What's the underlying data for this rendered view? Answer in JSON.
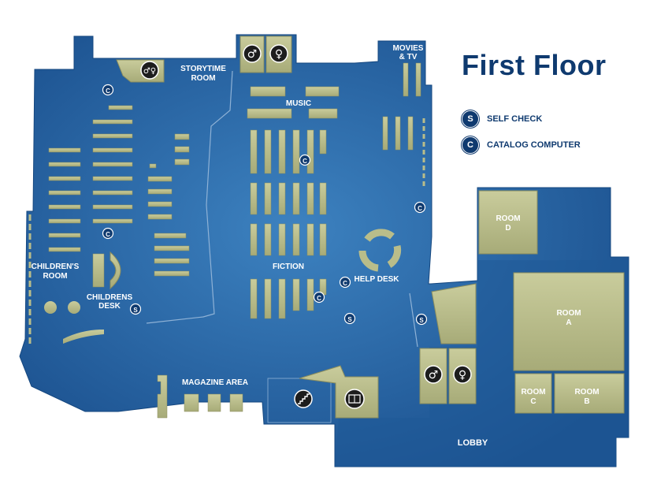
{
  "title": "First Floor",
  "legend": [
    {
      "letter": "S",
      "label": "SELF CHECK"
    },
    {
      "letter": "C",
      "label": "CATALOG COMPUTER"
    }
  ],
  "areas": {
    "storytime_1": "STORYTIME",
    "storytime_2": "ROOM",
    "music": "MUSIC",
    "movies_1": "MOVIES",
    "movies_2": "& TV",
    "fiction": "FICTION",
    "help_desk": "HELP DESK",
    "childrens_room_1": "CHILDREN'S",
    "childrens_room_2": "ROOM",
    "childrens_desk_1": "CHILDRENS",
    "childrens_desk_2": "DESK",
    "magazine_area": "MAGAZINE AREA",
    "lobby": "LOBBY",
    "room_a_1": "ROOM",
    "room_a_2": "A",
    "room_b_1": "ROOM",
    "room_b_2": "B",
    "room_c_1": "ROOM",
    "room_c_2": "C",
    "room_d_1": "ROOM",
    "room_d_2": "D"
  },
  "markers": {
    "catalog": "C",
    "selfcheck": "S"
  },
  "icons": [
    "restroom-men-icon",
    "restroom-women-icon",
    "family-restroom-icon",
    "stairs-icon",
    "elevator-icon"
  ],
  "colors": {
    "floor": "#2a6aa8",
    "floor_dark": "#174f8c",
    "shelf": "#b9bd8a",
    "marker": "#0f3a6f",
    "title": "#0f3a6f"
  }
}
